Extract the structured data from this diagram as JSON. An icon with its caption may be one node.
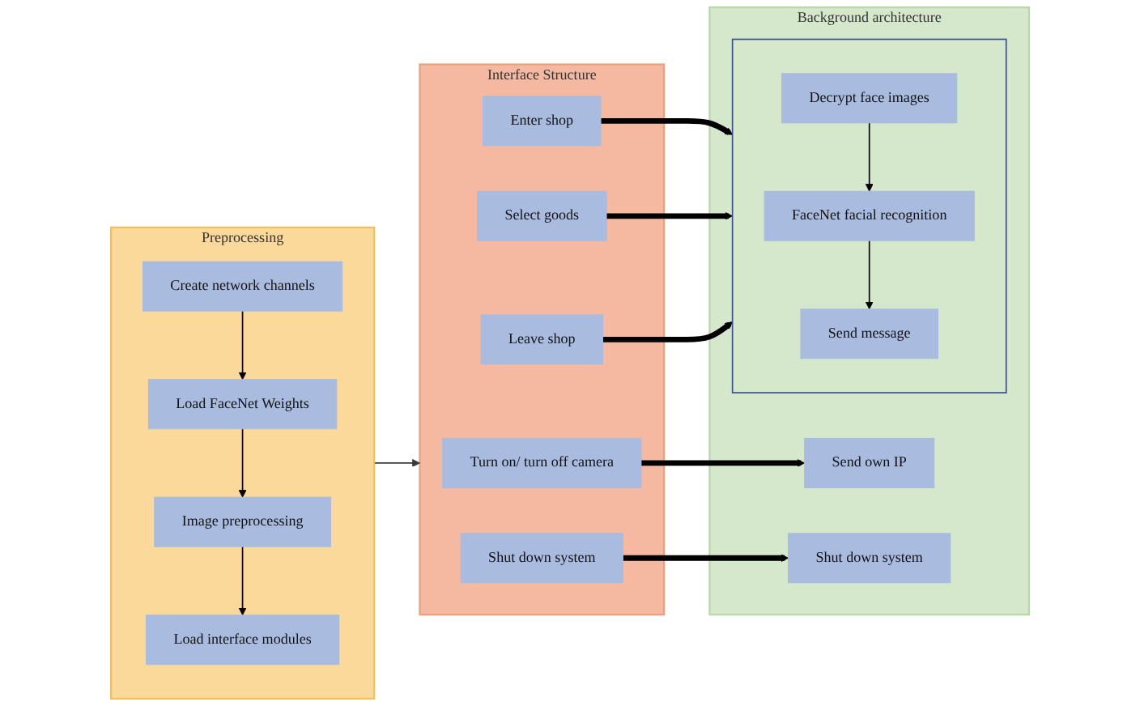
{
  "diagram": {
    "nodes": [
      {
        "text": [
          "Preprocessing"
        ]
      },
      {
        "text": [
          "Create network channels"
        ],
        "in": 0
      },
      {
        "text": [
          "Load FaceNet Weights"
        ],
        "in": 0
      },
      {
        "text": [
          "Image preprocessing"
        ],
        "in": 0
      },
      {
        "text": [
          "Load interface modules"
        ],
        "in": 0
      },
      {
        "text": [
          "Interface Structure"
        ]
      },
      {
        "text": [
          "Turn on/ turn off camera"
        ],
        "in": 5
      },
      {
        "text": [
          "Enter shop"
        ],
        "in": 5
      },
      {
        "text": [
          "Select goods"
        ],
        "in": 5
      },
      {
        "text": [
          "Leave shop"
        ],
        "in": 5
      },
      {
        "text": [
          "Shut down system"
        ],
        "in": 5
      },
      {
        "text": [
          "Background architecture"
        ]
      },
      {
        "text": [
          "Send own IP"
        ],
        "in": 11
      },
      {
        "text": [],
        "shape": "box",
        "in": 11
      },
      {
        "text": [
          "Decrypt face images"
        ],
        "in": 13
      },
      {
        "text": [
          "FaceNet facial recognition"
        ],
        "in": 13
      },
      {
        "text": [
          "Send message"
        ],
        "in": 13
      },
      {
        "text": [
          "Shut down system"
        ],
        "in": 11
      }
    ],
    "edges": [
      {
        "from": 1,
        "to": 2,
        "arrow": "to"
      },
      {
        "from": 2,
        "to": 3,
        "arrow": "to"
      },
      {
        "from": 3,
        "to": 4,
        "arrow": "to"
      },
      {
        "from": 0,
        "to": 5,
        "arrow": "to",
        "color": "#3a3a3a"
      },
      {
        "from": 6,
        "to": 12,
        "arrow": "to",
        "style": "thick"
      },
      {
        "from": 7,
        "to": 13,
        "arrow": "to",
        "style": "thick"
      },
      {
        "from": 8,
        "to": 13,
        "arrow": "to",
        "style": "thick"
      },
      {
        "from": 9,
        "to": 13,
        "arrow": "to",
        "style": "thick"
      },
      {
        "from": 14,
        "to": 15,
        "arrow": "to"
      },
      {
        "from": 15,
        "to": 16,
        "arrow": "to"
      },
      {
        "from": 10,
        "to": 17,
        "arrow": "to",
        "style": "thick"
      }
    ]
  }
}
